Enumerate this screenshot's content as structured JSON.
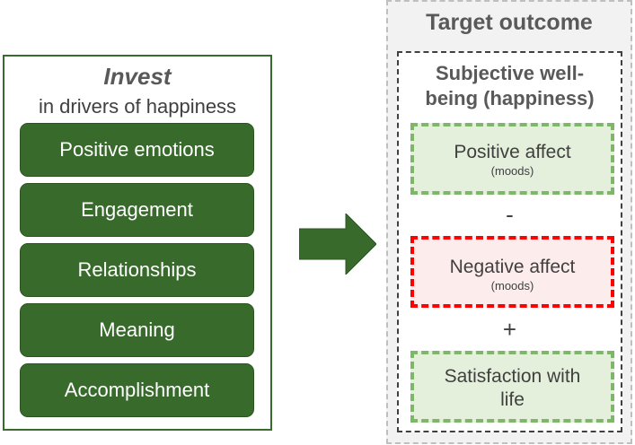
{
  "left_panel": {
    "title": "Invest",
    "subtitle": "in drivers of happiness",
    "drivers": [
      {
        "label": "Positive emotions"
      },
      {
        "label": "Engagement"
      },
      {
        "label": "Relationships"
      },
      {
        "label": "Meaning"
      },
      {
        "label": "Accomplishment"
      }
    ]
  },
  "arrow": {
    "icon": "right-arrow-icon",
    "color": "#386b2b"
  },
  "right_panel": {
    "title": "Target outcome",
    "swb": {
      "title_line1": "Subjective well-",
      "title_line2": "being (happiness)",
      "components": [
        {
          "label": "Positive affect",
          "sublabel": "(moods)",
          "color": "#7fb76a"
        },
        {
          "label": "Negative affect",
          "sublabel": "(moods)",
          "color": "#ff0000"
        },
        {
          "label_line1": "Satisfaction with",
          "label_line2": "life",
          "color": "#7fb76a"
        }
      ],
      "operators": [
        "-",
        "+"
      ]
    }
  },
  "colors": {
    "driver_fill": "#386b2b",
    "panel_border": "#3a6b2e",
    "target_bg": "#f2f2f2"
  }
}
